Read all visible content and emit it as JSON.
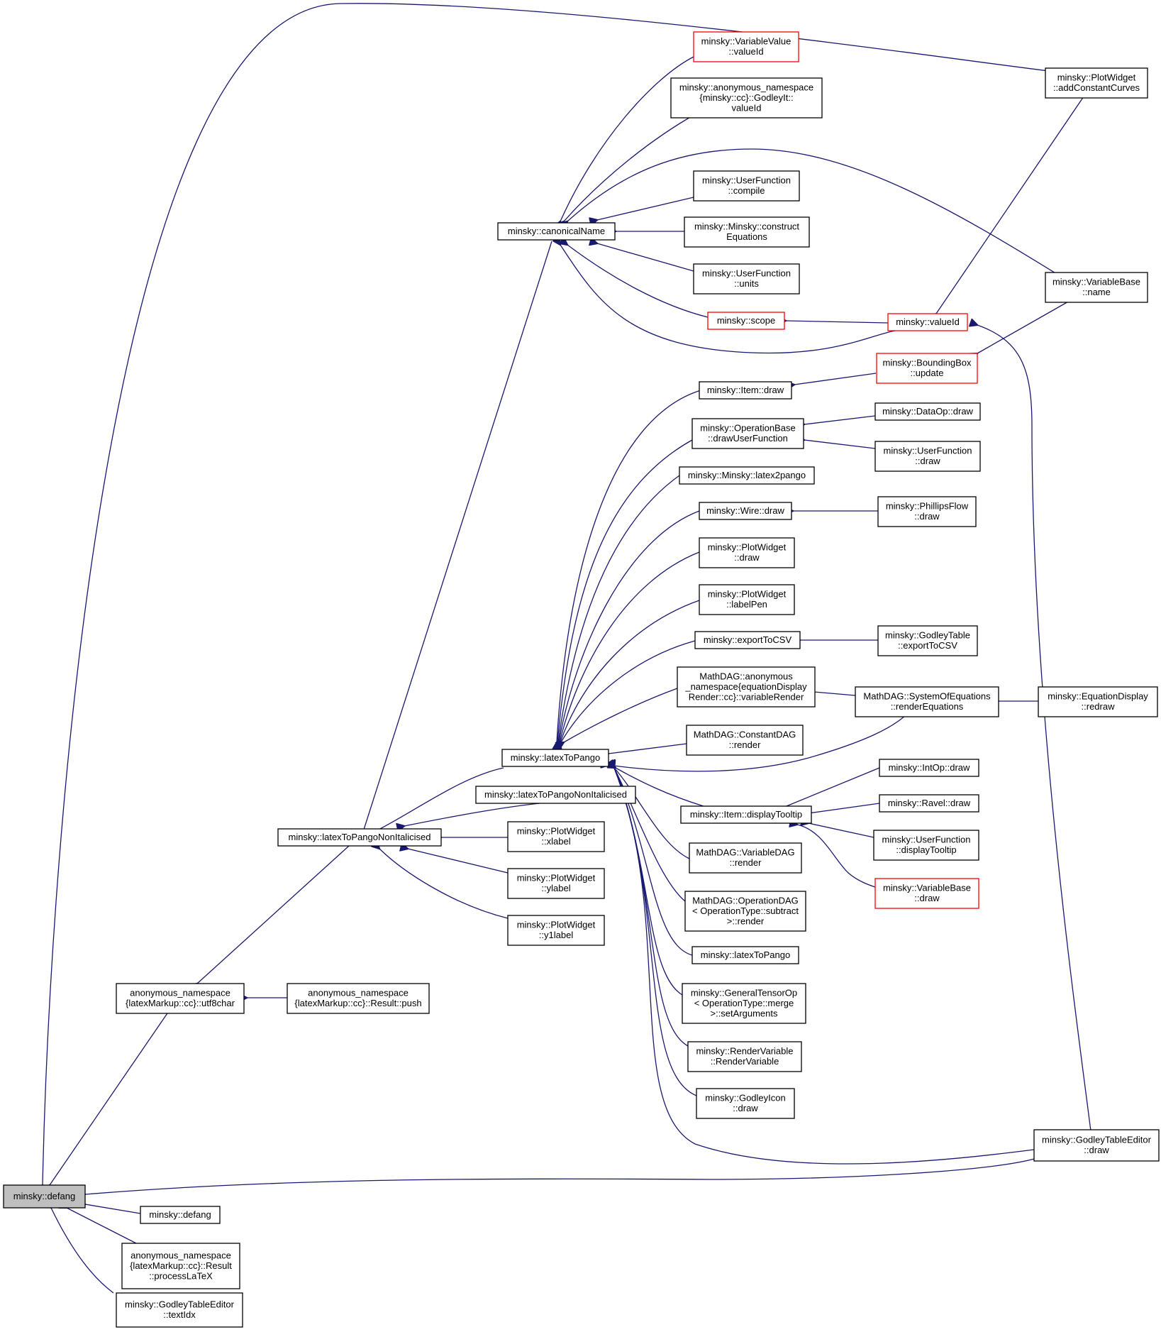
{
  "colors": {
    "edge": "#191970",
    "node_border": "#000000",
    "truncated_border": "#ff0000",
    "focus_fill": "#bfbfbf"
  },
  "nodes": [
    {
      "id": "defang",
      "lines": [
        "minsky::defang"
      ],
      "style": "focus"
    },
    {
      "id": "defang2",
      "lines": [
        "minsky::defang"
      ]
    },
    {
      "id": "processLaTeX",
      "lines": [
        "anonymous_namespace",
        "{latexMarkup::cc}::Result",
        "::processLaTeX"
      ]
    },
    {
      "id": "textIdx",
      "lines": [
        "minsky::GodleyTableEditor",
        "::textIdx"
      ]
    },
    {
      "id": "utf8char",
      "lines": [
        "anonymous_namespace",
        "{latexMarkup::cc}::utf8char"
      ]
    },
    {
      "id": "push",
      "lines": [
        "anonymous_namespace",
        "{latexMarkup::cc}::Result::push"
      ]
    },
    {
      "id": "l2pni",
      "lines": [
        "minsky::latexToPangoNonItalicised"
      ]
    },
    {
      "id": "l2pni2",
      "lines": [
        "minsky::latexToPangoNonItalicised"
      ]
    },
    {
      "id": "xlabel",
      "lines": [
        "minsky::PlotWidget",
        "::xlabel"
      ]
    },
    {
      "id": "ylabel",
      "lines": [
        "minsky::PlotWidget",
        "::ylabel"
      ]
    },
    {
      "id": "y1label",
      "lines": [
        "minsky::PlotWidget",
        "::y1label"
      ]
    },
    {
      "id": "l2p",
      "lines": [
        "minsky::latexToPango"
      ]
    },
    {
      "id": "canon",
      "lines": [
        "minsky::canonicalName"
      ]
    },
    {
      "id": "varValueId",
      "lines": [
        "minsky::VariableValue",
        "::valueId"
      ],
      "style": "truncated"
    },
    {
      "id": "godleyItValueId",
      "lines": [
        "minsky::anonymous_namespace",
        "{minsky::cc}::GodleyIt::",
        "valueId"
      ]
    },
    {
      "id": "ufCompile",
      "lines": [
        "minsky::UserFunction",
        "::compile"
      ]
    },
    {
      "id": "constructEq",
      "lines": [
        "minsky::Minsky::construct",
        "Equations"
      ]
    },
    {
      "id": "ufUnits",
      "lines": [
        "minsky::UserFunction",
        "::units"
      ]
    },
    {
      "id": "scope",
      "lines": [
        "minsky::scope"
      ],
      "style": "truncated"
    },
    {
      "id": "valueId",
      "lines": [
        "minsky::valueId"
      ],
      "style": "truncated"
    },
    {
      "id": "plotAddConst",
      "lines": [
        "minsky::PlotWidget",
        "::addConstantCurves"
      ]
    },
    {
      "id": "varBaseName",
      "lines": [
        "minsky::VariableBase",
        "::name"
      ]
    },
    {
      "id": "bbUpdate",
      "lines": [
        "minsky::BoundingBox",
        "::update"
      ],
      "style": "truncated"
    },
    {
      "id": "itemDraw",
      "lines": [
        "minsky::Item::draw"
      ]
    },
    {
      "id": "drawUF",
      "lines": [
        "minsky::OperationBase",
        "::drawUserFunction"
      ]
    },
    {
      "id": "dataOpDraw",
      "lines": [
        "minsky::DataOp::draw"
      ]
    },
    {
      "id": "ufDraw",
      "lines": [
        "minsky::UserFunction",
        "::draw"
      ]
    },
    {
      "id": "latex2pango",
      "lines": [
        "minsky::Minsky::latex2pango"
      ]
    },
    {
      "id": "wireDraw",
      "lines": [
        "minsky::Wire::draw"
      ]
    },
    {
      "id": "phillipsDraw",
      "lines": [
        "minsky::PhillipsFlow",
        "::draw"
      ]
    },
    {
      "id": "plotDraw",
      "lines": [
        "minsky::PlotWidget",
        "::draw"
      ]
    },
    {
      "id": "labelPen",
      "lines": [
        "minsky::PlotWidget",
        "::labelPen"
      ]
    },
    {
      "id": "exportCSV",
      "lines": [
        "minsky::exportToCSV"
      ]
    },
    {
      "id": "godleyExportCSV",
      "lines": [
        "minsky::GodleyTable",
        "::exportToCSV"
      ]
    },
    {
      "id": "varRender",
      "lines": [
        "MathDAG::anonymous",
        "_namespace{equationDisplay",
        "Render::cc}::variableRender"
      ]
    },
    {
      "id": "renderEq",
      "lines": [
        "MathDAG::SystemOfEquations",
        "::renderEquations"
      ]
    },
    {
      "id": "eqRedraw",
      "lines": [
        "minsky::EquationDisplay",
        "::redraw"
      ]
    },
    {
      "id": "constDAG",
      "lines": [
        "MathDAG::ConstantDAG",
        "::render"
      ]
    },
    {
      "id": "dispTooltip",
      "lines": [
        "minsky::Item::displayTooltip"
      ]
    },
    {
      "id": "intOpDraw",
      "lines": [
        "minsky::IntOp::draw"
      ]
    },
    {
      "id": "ravelDraw",
      "lines": [
        "minsky::Ravel::draw"
      ]
    },
    {
      "id": "ufTooltip",
      "lines": [
        "minsky::UserFunction",
        "::displayTooltip"
      ]
    },
    {
      "id": "varBaseDraw",
      "lines": [
        "minsky::VariableBase",
        "::draw"
      ],
      "style": "truncated"
    },
    {
      "id": "varDAG",
      "lines": [
        "MathDAG::VariableDAG",
        "::render"
      ]
    },
    {
      "id": "opDAG",
      "lines": [
        "MathDAG::OperationDAG",
        "< OperationType::subtract",
        ">::render"
      ]
    },
    {
      "id": "l2p2",
      "lines": [
        "minsky::latexToPango"
      ]
    },
    {
      "id": "gtOp",
      "lines": [
        "minsky::GeneralTensorOp",
        "< OperationType::merge",
        ">::setArguments"
      ]
    },
    {
      "id": "renderVar",
      "lines": [
        "minsky::RenderVariable",
        "::RenderVariable"
      ]
    },
    {
      "id": "godleyIcon",
      "lines": [
        "minsky::GodleyIcon",
        "::draw"
      ]
    },
    {
      "id": "gteDraw",
      "lines": [
        "minsky::GodleyTableEditor",
        "::draw"
      ]
    }
  ]
}
